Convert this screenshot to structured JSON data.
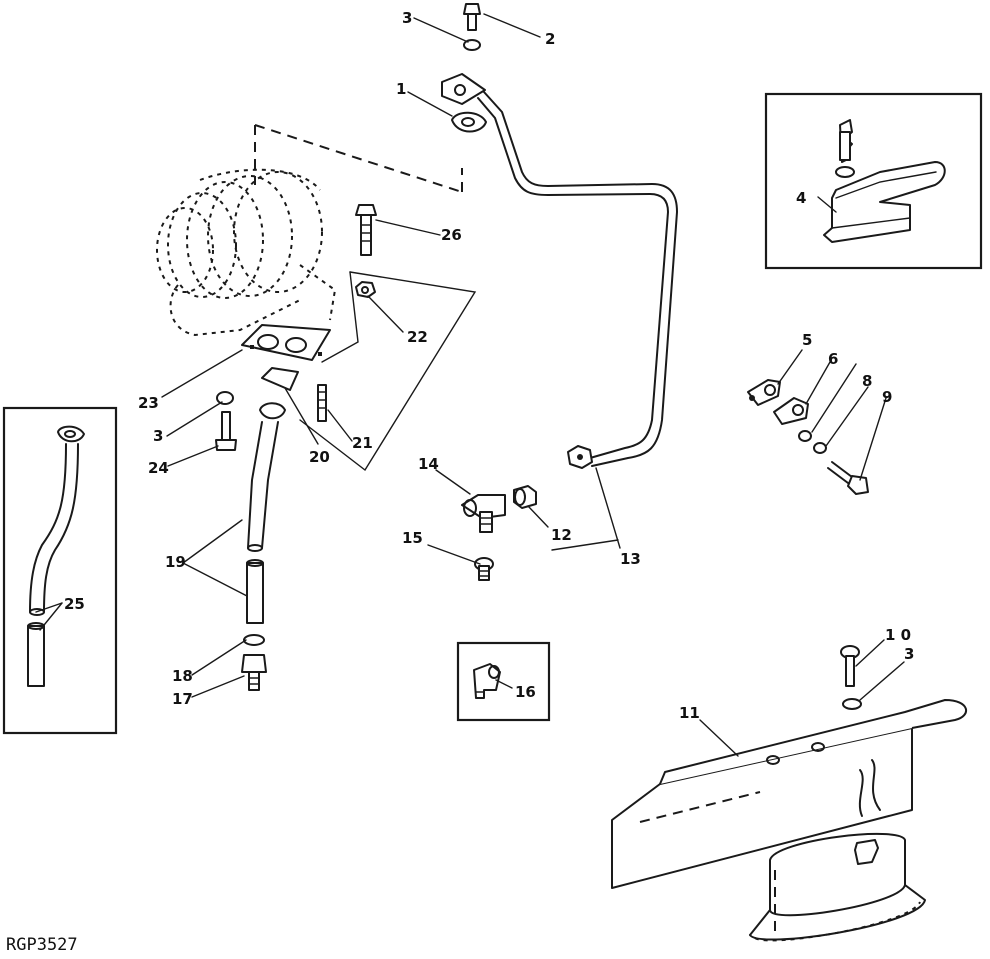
{
  "figure": {
    "reference_code": "RGP3527",
    "callouts": {
      "c1": "1",
      "c2": "2",
      "c3a": "3",
      "c3b": "3",
      "c3c": "3",
      "c4": "4",
      "c5": "5",
      "c6": "6",
      "c8": "8",
      "c9": "9",
      "c10": "1 0",
      "c11": "11",
      "c12": "12",
      "c13": "13",
      "c14": "14",
      "c15": "15",
      "c16": "16",
      "c17": "17",
      "c18": "18",
      "c19": "19",
      "c20": "20",
      "c21": "21",
      "c22": "22",
      "c23": "23",
      "c24": "24",
      "c25": "25",
      "c26": "26"
    }
  }
}
